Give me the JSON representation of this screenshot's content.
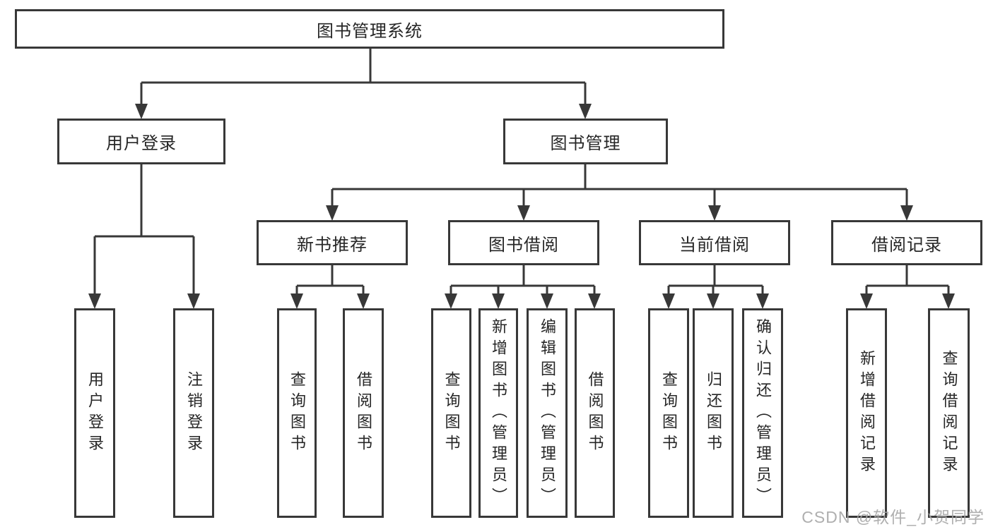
{
  "tree": {
    "root": {
      "label": "图书管理系统"
    },
    "branches": [
      {
        "label": "用户登录",
        "children": [
          {
            "label": "用户登录"
          },
          {
            "label": "注销登录"
          }
        ]
      },
      {
        "label": "图书管理",
        "children": [
          {
            "label": "新书推荐",
            "children": [
              {
                "label": "查询图书"
              },
              {
                "label": "借阅图书"
              }
            ]
          },
          {
            "label": "图书借阅",
            "children": [
              {
                "label": "查询图书"
              },
              {
                "label": "新增图书（管理员）"
              },
              {
                "label": "编辑图书（管理员）"
              },
              {
                "label": "借阅图书"
              }
            ]
          },
          {
            "label": "当前借阅",
            "children": [
              {
                "label": "查询图书"
              },
              {
                "label": "归还图书"
              },
              {
                "label": "确认归还（管理员）"
              }
            ]
          },
          {
            "label": "借阅记录",
            "children": [
              {
                "label": "新增借阅记录"
              },
              {
                "label": "查询借阅记录"
              }
            ]
          }
        ]
      }
    ]
  },
  "colors": {
    "line": "#383838",
    "text": "#262626",
    "watermark": "#a4a4a4"
  },
  "watermark": {
    "text": "CSDN @软件_小贺同学"
  }
}
